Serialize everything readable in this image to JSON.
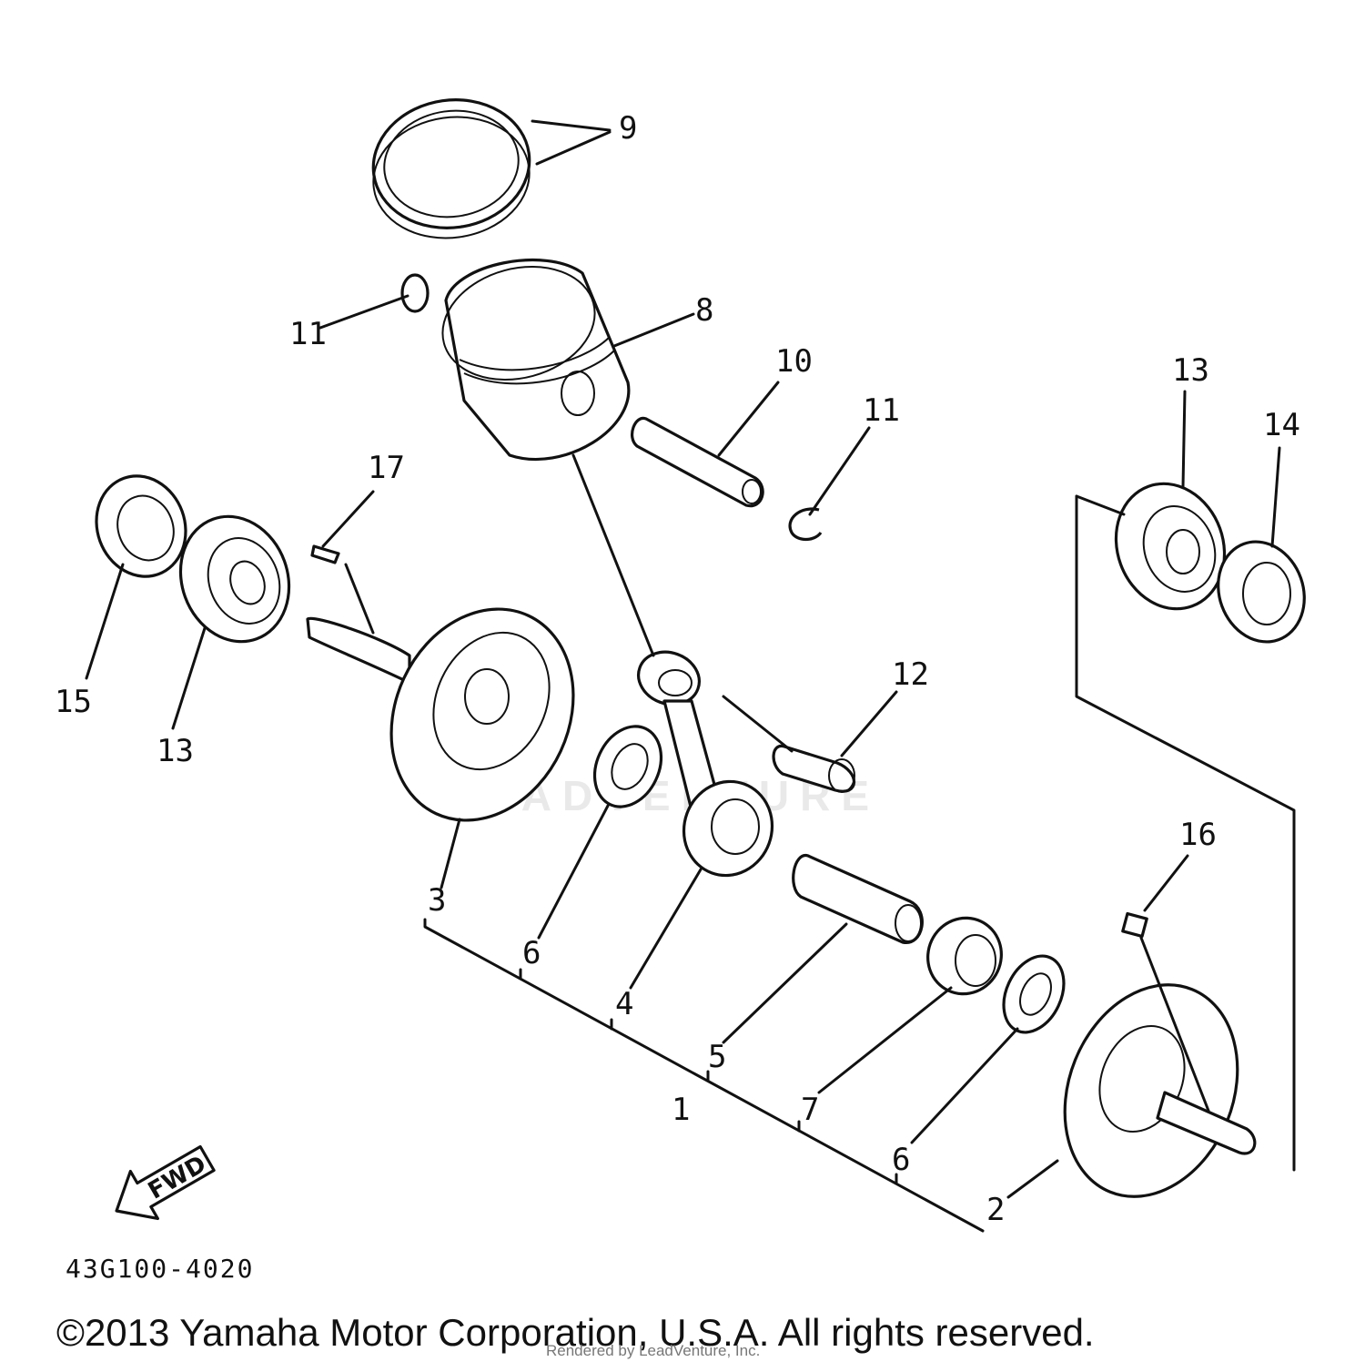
{
  "diagram": {
    "part_code": "43G100-4020",
    "fwd_label": "FWD",
    "watermark": "LEADVENTURE",
    "callouts": [
      "9",
      "11",
      "8",
      "10",
      "11",
      "13",
      "14",
      "17",
      "15",
      "13",
      "12",
      "3",
      "6",
      "4",
      "5",
      "1",
      "7",
      "6",
      "16",
      "2"
    ]
  },
  "footer": {
    "copyright": "©2013 Yamaha Motor Corporation, U.S.A. All rights reserved.",
    "rendered_by": "Rendered by LeadVenture, Inc."
  },
  "colors": {
    "ink": "#111111",
    "watermark": "#e9e9e9",
    "background": "#ffffff"
  }
}
